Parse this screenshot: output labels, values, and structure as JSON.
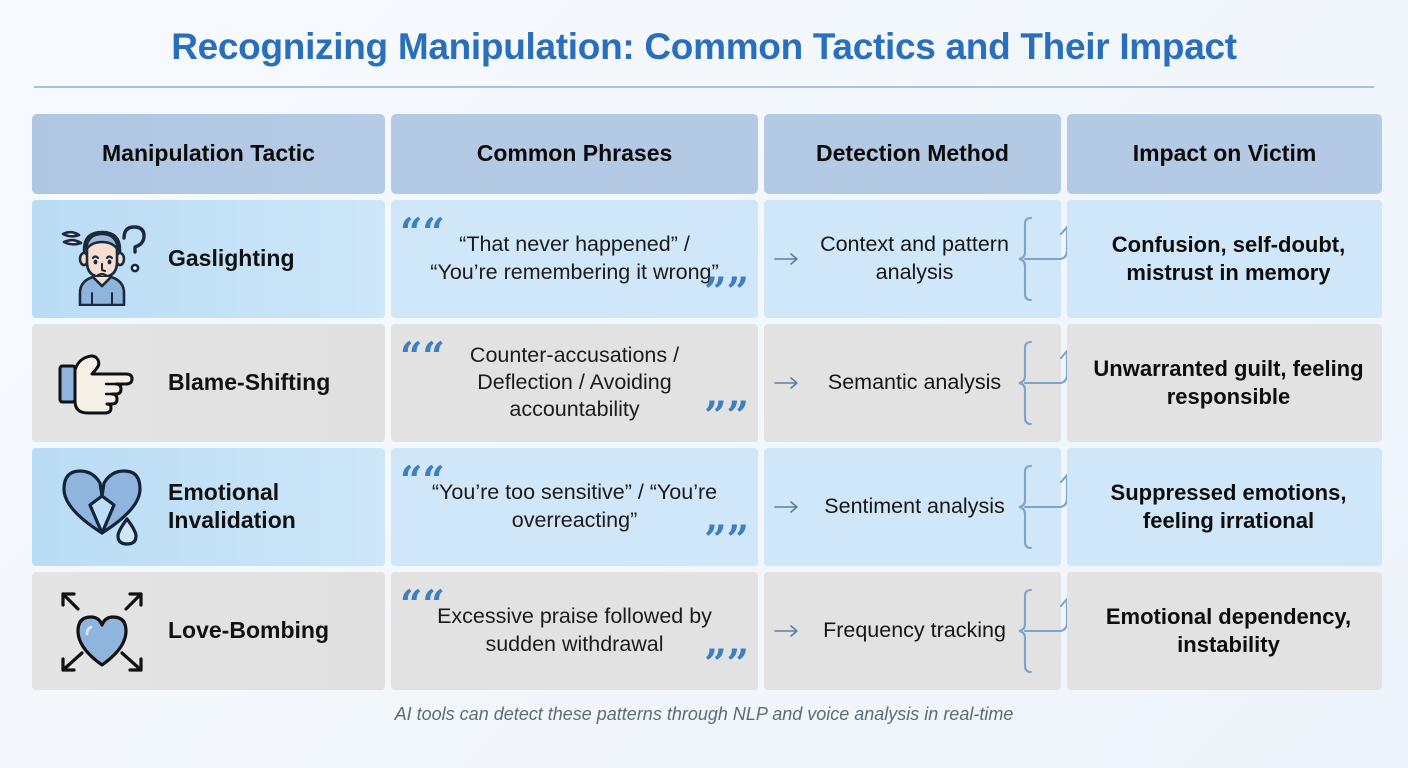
{
  "header": {
    "title": "Recognizing Manipulation: Common Tactics and Their Impact"
  },
  "table": {
    "columns": [
      "Manipulation Tactic",
      "Common Phrases",
      "Detection Method",
      "Impact on Victim"
    ],
    "rows": [
      {
        "icon": "confused-person-icon",
        "tactic": "Gaslighting",
        "phrase": "“That never happened” / “You’re remembering it wrong”",
        "detection": "Context and pattern analysis",
        "impact": "Confusion, self-doubt, mistrust in memory",
        "tint": "#cfe7f8"
      },
      {
        "icon": "pointing-hand-icon",
        "tactic": "Blame-Shifting",
        "phrase": "Counter-accusations / Deflection / Avoiding accountability",
        "detection": "Semantic analysis",
        "impact": "Unwarranted guilt, feeling responsible",
        "tint": "#e2e2e2"
      },
      {
        "icon": "broken-heart-icon",
        "tactic": "Emotional Invalidation",
        "phrase": "“You’re too sensitive” / “You’re overreacting”",
        "detection": "Sentiment analysis",
        "impact": "Suppressed emotions, feeling irrational",
        "tint": "#cfe7f8"
      },
      {
        "icon": "expanding-heart-icon",
        "tactic": "Love-Bombing",
        "phrase": "Excessive praise followed by sudden withdrawal",
        "detection": "Frequency tracking",
        "impact": "Emotional dependency, instability",
        "tint": "#e2e2e2"
      }
    ]
  },
  "quote_marks": {
    "open": "““",
    "close": "””"
  },
  "footer": {
    "note": "AI tools can detect these patterns through NLP and voice analysis in real-time"
  },
  "colors": {
    "title": "#2a6fbc",
    "header_cell": "#b3c9e4",
    "row_blue": "#cfe7f8",
    "row_gray": "#e2e2e2",
    "accent_quote": "#3f7fc1",
    "connector": "#7ba3cc",
    "background": "#f4f8fd"
  }
}
